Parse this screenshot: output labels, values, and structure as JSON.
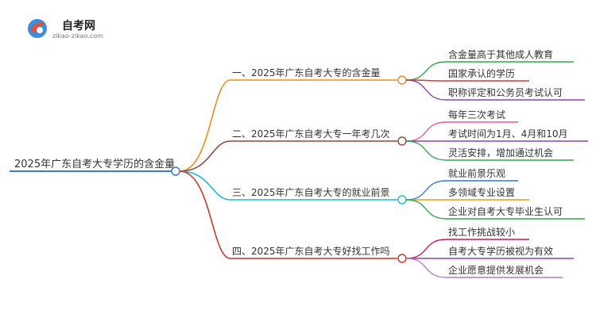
{
  "logo": {
    "name": "自考网",
    "url": "zikao-zikao.com"
  },
  "colors": {
    "root": "#3a7bd5",
    "branch1": "#f28a1e",
    "branch2": "#8b4a3c",
    "branch3": "#18b8d8",
    "branch4": "#c0392b",
    "leaf_green": "#2ea84a",
    "leaf_red": "#d63a3a",
    "leaf_purple": "#8e44ad",
    "leaf_pink": "#e85a9a",
    "leaf_orange": "#f39c12",
    "leaf_blue": "#2c7ad6",
    "leaf_magenta": "#c2185b",
    "leaf_lilac": "#b07cc6"
  },
  "root": {
    "label": "2025年广东自考大专学历的含金量"
  },
  "branches": [
    {
      "label": "一、2025年广东自考大专的含金量",
      "color": "branch1",
      "leaves": [
        {
          "label": "含金量高于其他成人教育",
          "color": "leaf_green"
        },
        {
          "label": "国家承认的学历",
          "color": "leaf_red"
        },
        {
          "label": "职称评定和公务员考试认可",
          "color": "leaf_purple"
        }
      ]
    },
    {
      "label": "二、2025年广东自考大专一年考几次",
      "color": "branch2",
      "leaves": [
        {
          "label": "每年三次考试",
          "color": "leaf_pink"
        },
        {
          "label": "考试时间为1月、4月和10月",
          "color": "leaf_purple"
        },
        {
          "label": "灵活安排，增加通过机会",
          "color": "leaf_green"
        }
      ]
    },
    {
      "label": "三、2025年广东自考大专的就业前景",
      "color": "branch3",
      "leaves": [
        {
          "label": "就业前景乐观",
          "color": "leaf_blue"
        },
        {
          "label": "多领域专业设置",
          "color": "leaf_orange"
        },
        {
          "label": "企业对自考大专毕业生认可",
          "color": "leaf_green"
        }
      ]
    },
    {
      "label": "四、2025年广东自考大专好找工作吗",
      "color": "branch4",
      "leaves": [
        {
          "label": "找工作挑战较小",
          "color": "leaf_magenta"
        },
        {
          "label": "自考大专学历被视为有效",
          "color": "leaf_purple"
        },
        {
          "label": "企业愿意提供发展机会",
          "color": "leaf_lilac"
        }
      ]
    }
  ]
}
